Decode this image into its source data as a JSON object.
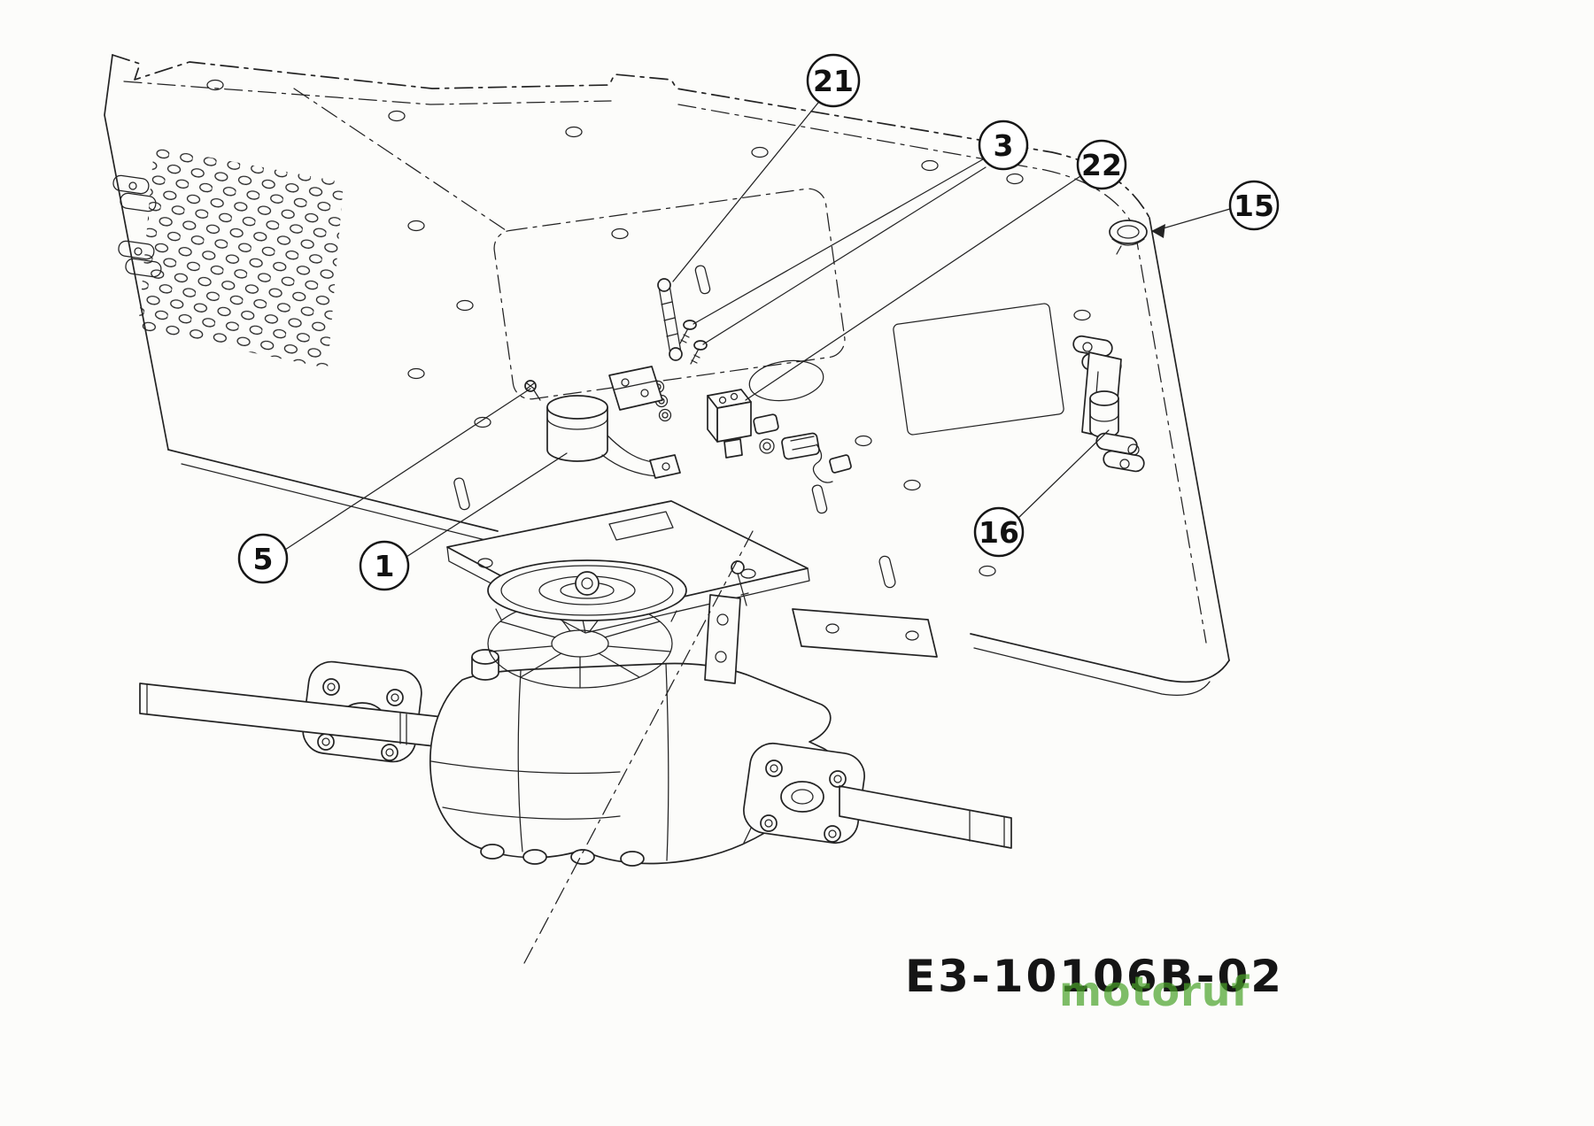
{
  "diagram": {
    "code": "E3-10106B-02",
    "watermark": "motoruf",
    "callouts": [
      {
        "id": "21",
        "label": "21"
      },
      {
        "id": "3",
        "label": "3"
      },
      {
        "id": "22",
        "label": "22"
      },
      {
        "id": "15",
        "label": "15"
      },
      {
        "id": "16",
        "label": "16"
      },
      {
        "id": "5",
        "label": "5"
      },
      {
        "id": "1",
        "label": "1"
      }
    ],
    "colors": {
      "line": "#232323",
      "background": "#fcfcfa",
      "watermark": "#4aa32a",
      "code_text": "#151515"
    }
  }
}
